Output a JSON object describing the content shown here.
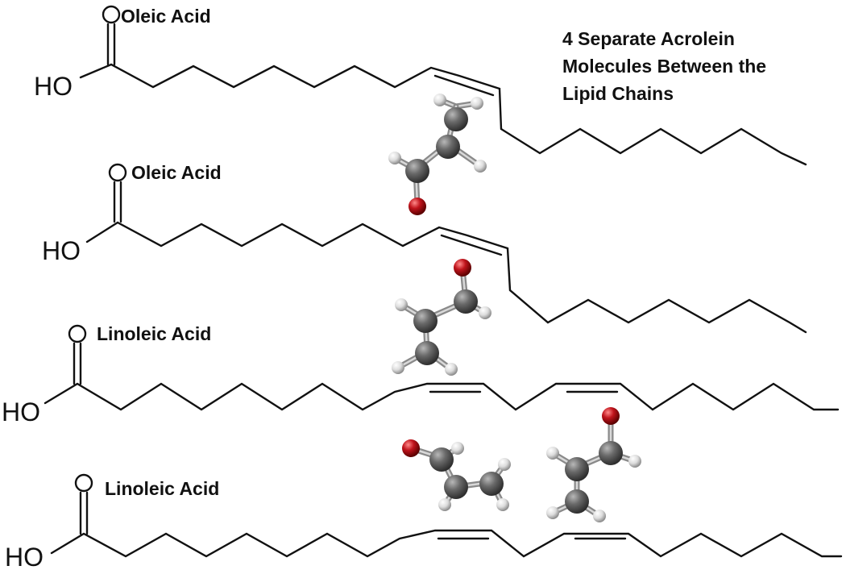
{
  "title_lines": [
    "4 Separate Acrolein",
    "Molecules Between the",
    "Lipid Chains"
  ],
  "molecules": [
    {
      "name": "Oleic Acid",
      "hydroxyl": "HO",
      "oxygen": "O"
    },
    {
      "name": "Oleic Acid",
      "hydroxyl": "HO",
      "oxygen": "O"
    },
    {
      "name": "Linoleic Acid",
      "hydroxyl": "HO",
      "oxygen": "O"
    },
    {
      "name": "Linoleic Acid",
      "hydroxyl": "HO",
      "oxygen": "O"
    }
  ],
  "colors": {
    "carbon": "#5a5a5a",
    "oxygen": "#c0141c",
    "hydrogen": "#e6e6e6",
    "lines": "#111111"
  }
}
